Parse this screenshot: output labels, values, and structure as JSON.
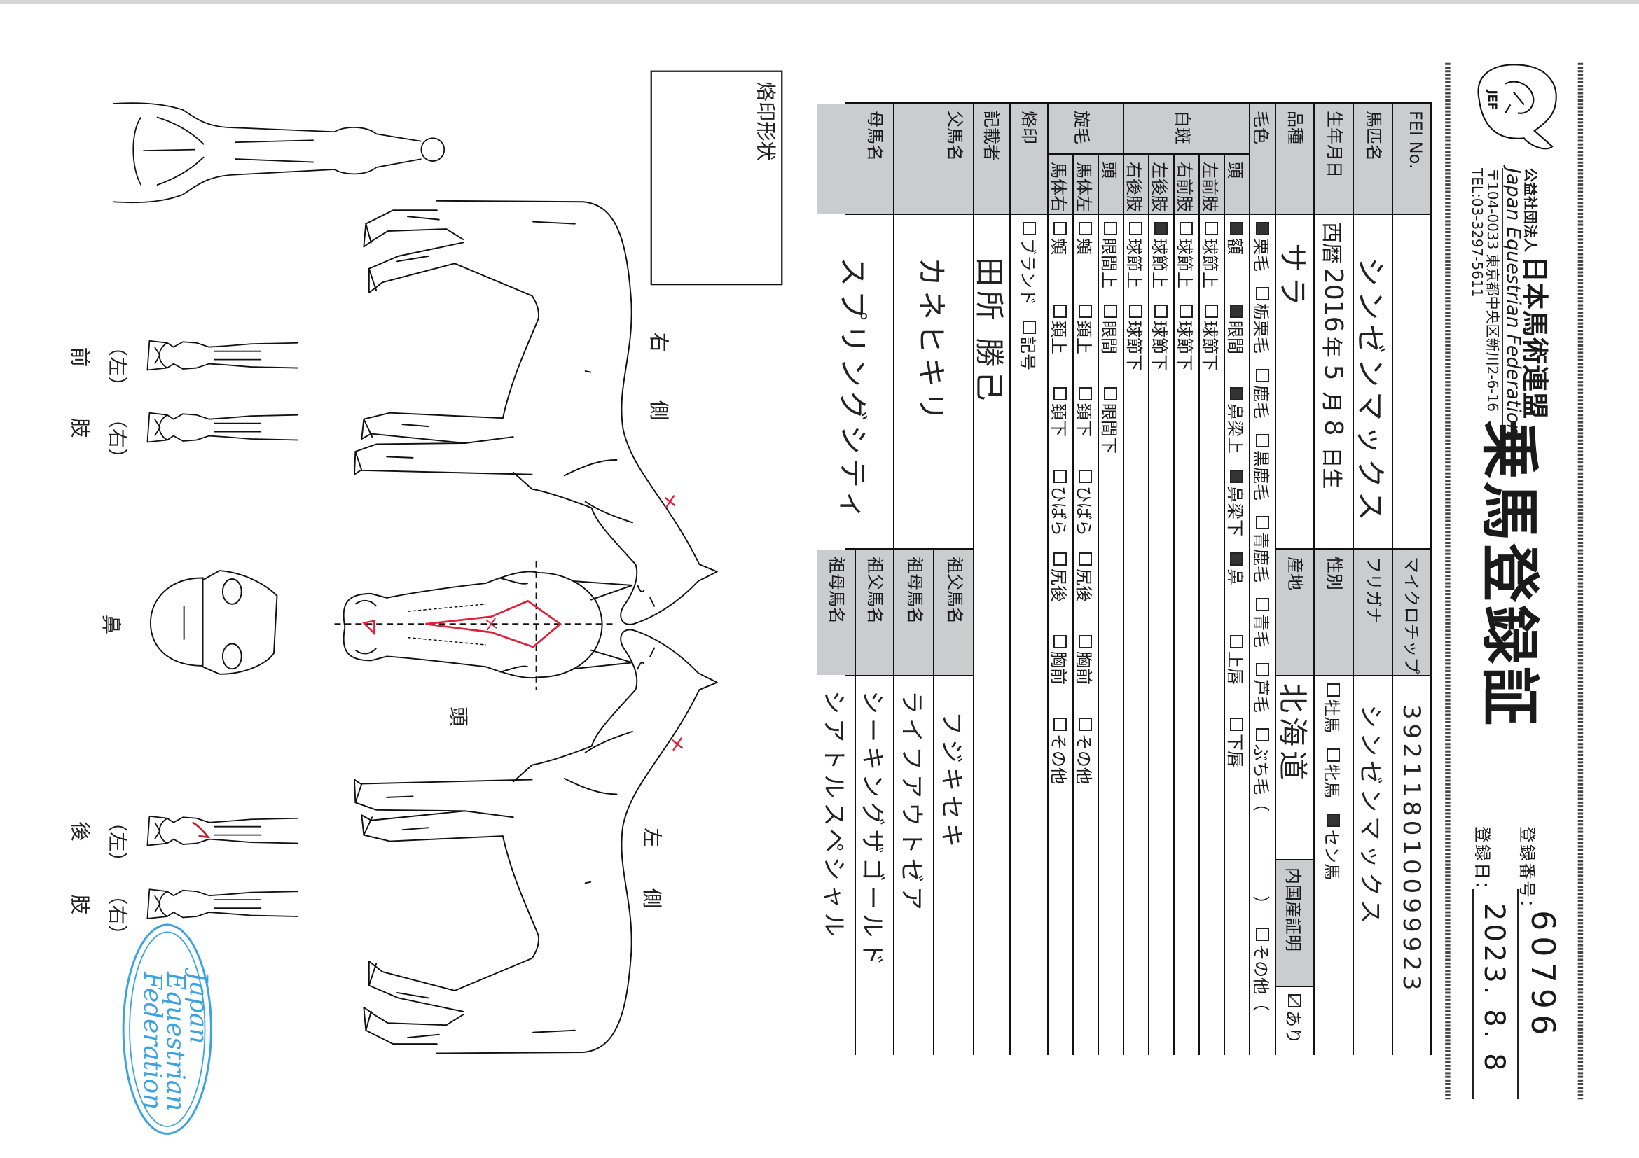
{
  "header": {
    "org_prefix": "公益社団法人",
    "org_name": "日本馬術連盟",
    "org_name_en": "Japan Equestrian Federation",
    "address": "〒104-0033 東京都中央区新川2-6-16",
    "tel": "TEL:03-3297-5611",
    "logo_text": "JEF",
    "title": "乗馬登録証",
    "reg_number_label": "登録番号：",
    "reg_number": "60796",
    "reg_date_label": "登録日：",
    "reg_date": "2023. 8. 8"
  },
  "table": {
    "fei_label": "FEI No.",
    "fei_value": "",
    "microchip_label": "マイクロチップNo.",
    "microchip_value": "392118010099923",
    "name_label": "馬匹名",
    "name_value": "シンゼンマックス",
    "furigana_label": "フリガナ",
    "furigana_value": "シンゼンマックス",
    "birth_label": "生年月日",
    "birth": {
      "era": "西暦",
      "year": "2016",
      "year_unit": "年",
      "month": "5",
      "month_unit": "月",
      "day": "8",
      "day_unit": "日生"
    },
    "sex_label": "性別",
    "sex_options": [
      {
        "label": "牡馬",
        "checked": false
      },
      {
        "label": "牝馬",
        "checked": false
      },
      {
        "label": "セン馬",
        "checked": true
      }
    ],
    "breed_label": "品種",
    "breed_value": "サラ",
    "origin_label": "産地",
    "origin_value": "北海道",
    "domestic_label": "内国産証明",
    "domestic_options": [
      {
        "label": "あり",
        "checked": true
      }
    ],
    "color_label": "毛色",
    "color_options": [
      {
        "label": "栗毛",
        "checked": true
      },
      {
        "label": "栃栗毛",
        "checked": false
      },
      {
        "label": "鹿毛",
        "checked": false
      },
      {
        "label": "黒鹿毛",
        "checked": false
      },
      {
        "label": "青鹿毛",
        "checked": false
      },
      {
        "label": "青毛",
        "checked": false
      },
      {
        "label": "芦毛",
        "checked": false
      },
      {
        "label": "ぶち毛（　　　　　）",
        "checked": false
      },
      {
        "label": "その他（　　　　　）",
        "checked": false
      }
    ],
    "white_marks_label": "白斑",
    "white_marks": [
      {
        "label": "頭",
        "options": [
          {
            "label": "額",
            "checked": true
          },
          {
            "label": "眼間",
            "checked": true
          },
          {
            "label": "鼻梁上",
            "checked": true
          },
          {
            "label": "鼻梁下",
            "checked": true
          },
          {
            "label": "鼻",
            "checked": true
          },
          {
            "label": "上唇",
            "checked": false
          },
          {
            "label": "下唇",
            "checked": false
          }
        ]
      },
      {
        "label": "左前肢",
        "options": [
          {
            "label": "球節上",
            "checked": false
          },
          {
            "label": "球節下",
            "checked": false
          }
        ]
      },
      {
        "label": "右前肢",
        "options": [
          {
            "label": "球節上",
            "checked": false
          },
          {
            "label": "球節下",
            "checked": false
          }
        ]
      },
      {
        "label": "左後肢",
        "options": [
          {
            "label": "球節上",
            "checked": true
          },
          {
            "label": "球節下",
            "checked": false
          }
        ]
      },
      {
        "label": "右後肢",
        "options": [
          {
            "label": "球節上",
            "checked": false
          },
          {
            "label": "球節下",
            "checked": false
          }
        ]
      }
    ],
    "whorls_label": "旋毛",
    "whorls": [
      {
        "label": "頭",
        "options": [
          {
            "label": "眼間上",
            "checked": false
          },
          {
            "label": "眼間",
            "checked": false
          },
          {
            "label": "眼間下",
            "checked": false
          }
        ]
      },
      {
        "label": "馬体左",
        "options": [
          {
            "label": "頬",
            "checked": false
          },
          {
            "label": "頚上",
            "checked": false
          },
          {
            "label": "頚下",
            "checked": false
          },
          {
            "label": "ひばら",
            "checked": false
          },
          {
            "label": "尻後",
            "checked": false
          },
          {
            "label": "胸前",
            "checked": false
          },
          {
            "label": "その他",
            "checked": false
          }
        ]
      },
      {
        "label": "馬体右",
        "options": [
          {
            "label": "頬",
            "checked": false
          },
          {
            "label": "頚上",
            "checked": false
          },
          {
            "label": "頚下",
            "checked": false
          },
          {
            "label": "ひばら",
            "checked": false
          },
          {
            "label": "尻後",
            "checked": false
          },
          {
            "label": "胸前",
            "checked": false
          },
          {
            "label": "その他",
            "checked": false
          }
        ]
      }
    ],
    "brand_label": "烙印",
    "brand_options": [
      {
        "label": "ブランド",
        "checked": false
      },
      {
        "label": "記号",
        "checked": false
      }
    ],
    "recorder_label": "記載者",
    "recorder_value": "田所 勝己",
    "sire_label": "父馬名",
    "sire_value": "カネヒキリ",
    "sire_sire_label": "祖父馬名",
    "sire_sire_value": "フジキセキ",
    "sire_dam_label": "祖母馬名",
    "sire_dam_value": "ライフアウトゼア",
    "dam_label": "母馬名",
    "dam_value": "スプリングシティ",
    "dam_sire_label": "祖父馬名",
    "dam_sire_value": "シーキングザゴールド",
    "dam_dam_label": "祖母馬名",
    "dam_dam_value": "シアトルスペシャル"
  },
  "diagram": {
    "brand_shape_label": "烙印形状",
    "right_side": [
      "右",
      "側"
    ],
    "left_side": [
      "左",
      "側"
    ],
    "head_label": "頭",
    "nose_label": "鼻",
    "fore_legs": [
      "前",
      "肢"
    ],
    "hind_legs": [
      "後",
      "肢"
    ],
    "leg_left": "（左）",
    "leg_right": "（右）",
    "stamp_lines": [
      "Japan",
      "Equestrian",
      "Federation"
    ],
    "mark_color": "#e0203a",
    "stamp_color": "#3aa3e0"
  }
}
